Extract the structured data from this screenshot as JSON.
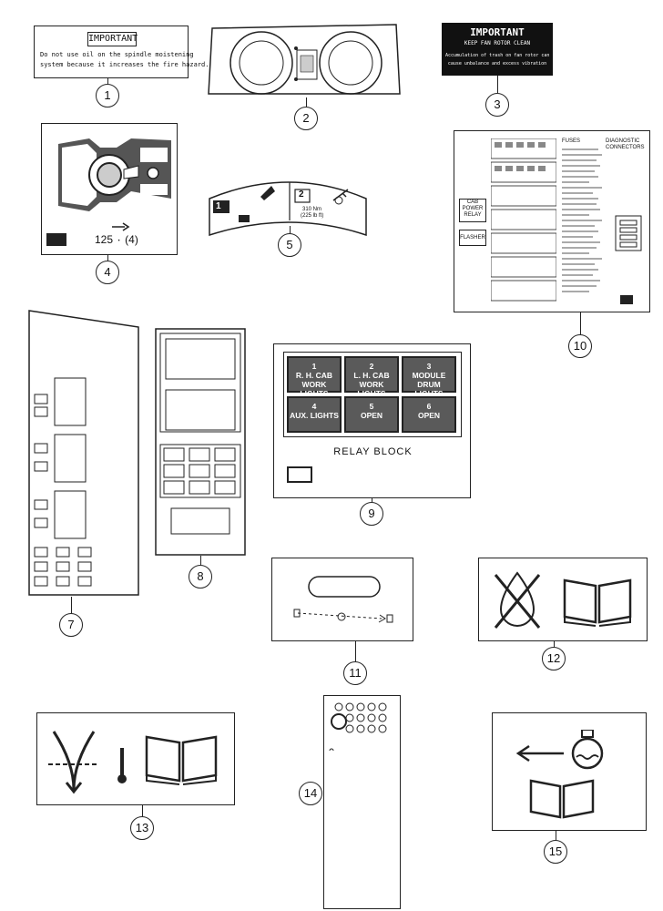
{
  "parts": {
    "p1": {
      "callout": "1",
      "heading": "IMPORTANT",
      "line1": "Do not use oil on the spindle moistening",
      "line2": "system because it increases the fire hazard."
    },
    "p2": {
      "callout": "2"
    },
    "p3": {
      "callout": "3",
      "heading": "IMPORTANT",
      "subheading": "KEEP FAN ROTOR CLEAN",
      "line1": "Accumulation of trash on fan rotor can",
      "line2": "cause unbalance and excess vibration"
    },
    "p4": {
      "callout": "4",
      "reading": "125 ٠ (4)"
    },
    "p5": {
      "callout": "5",
      "step1": "1",
      "step2": "2",
      "spec1": "310 Nm",
      "spec2": "(225 lb ft)"
    },
    "p7": {
      "callout": "7"
    },
    "p8": {
      "callout": "8"
    },
    "p9": {
      "callout": "9",
      "title": "RELAY BLOCK",
      "cells": [
        {
          "n": "1",
          "label1": "R. H. CAB",
          "label2": "WORK LIGHTS"
        },
        {
          "n": "2",
          "label1": "L. H. CAB",
          "label2": "WORK LIGHTS"
        },
        {
          "n": "3",
          "label1": "MODULE",
          "label2": "DRUM LIGHTS"
        },
        {
          "n": "4",
          "label1": "AUX. LIGHTS",
          "label2": ""
        },
        {
          "n": "5",
          "label1": "OPEN",
          "label2": ""
        },
        {
          "n": "6",
          "label1": "OPEN",
          "label2": ""
        }
      ]
    },
    "p10": {
      "callout": "10",
      "heading": "FUSES",
      "diag_heading": "DIAGNOSTIC CONNECTORS",
      "cab_power": "CAB POWER RELAY",
      "flasher": "FLASHER"
    },
    "p11": {
      "callout": "11"
    },
    "p12": {
      "callout": "12"
    },
    "p13": {
      "callout": "13"
    },
    "p14": {
      "callout": "14"
    },
    "p15": {
      "callout": "15"
    }
  }
}
